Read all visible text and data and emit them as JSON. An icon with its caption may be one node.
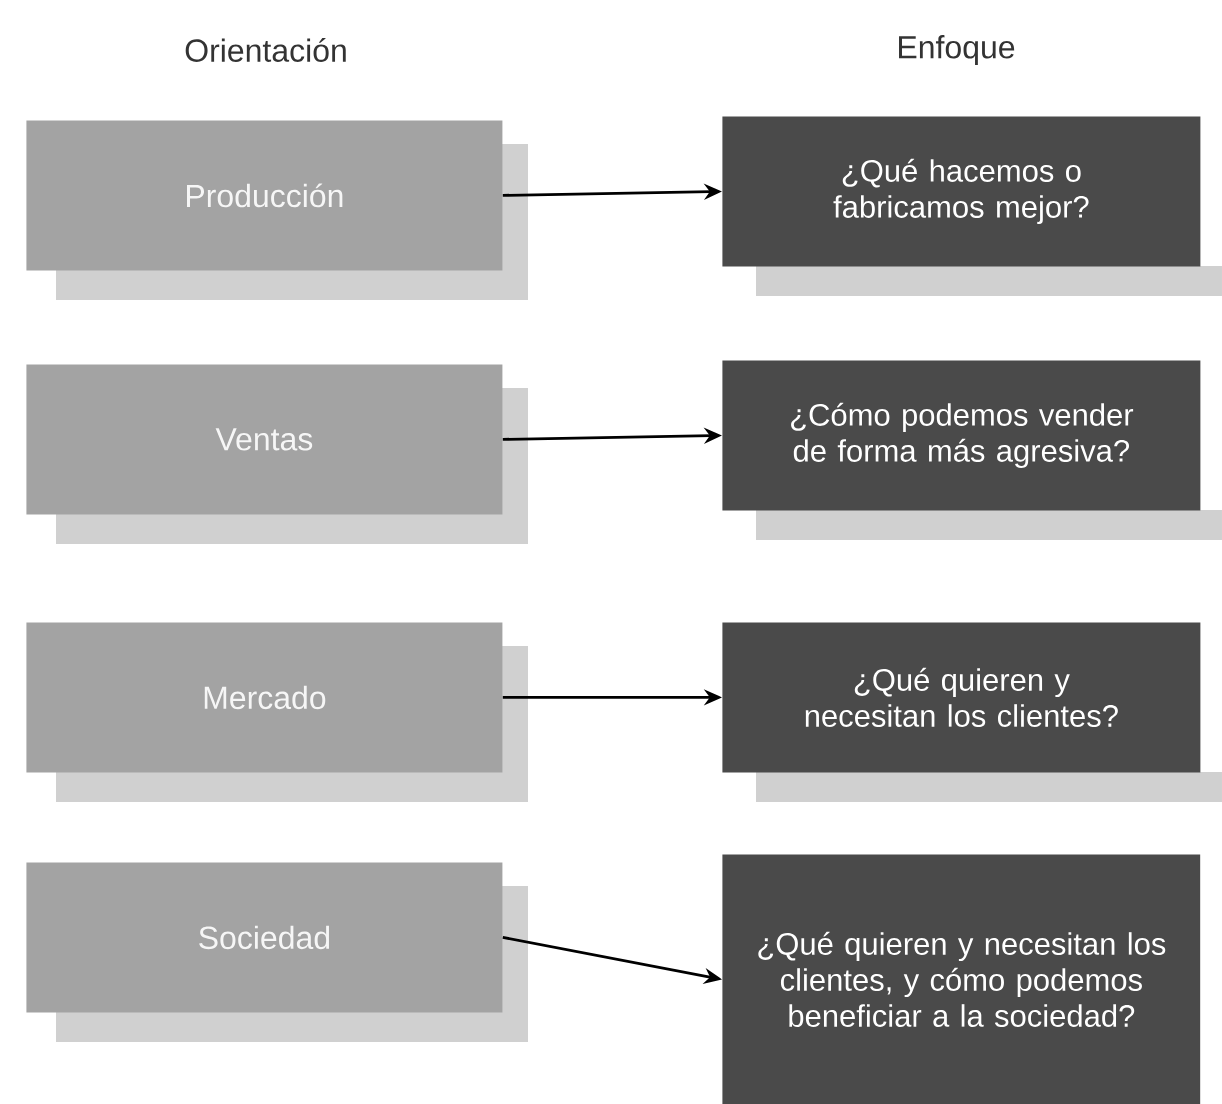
{
  "diagram": {
    "nodes": [
      {
        "text": [
          "Producción"
        ]
      },
      {
        "text": [
          "¿Qué hacemos o fabricamos mejor?"
        ]
      },
      {
        "text": [
          "Ventas"
        ]
      },
      {
        "text": [
          "¿Cómo podemos vender de forma más agresiva?"
        ]
      },
      {
        "text": [
          "Mercado"
        ]
      },
      {
        "text": [
          "¿Qué quieren y necesitan los clientes?"
        ]
      },
      {
        "text": [
          "Sociedad"
        ]
      },
      {
        "text": [
          "¿Qué quieren y necesitan los clientes, y cómo podemos beneficiar a la sociedad?"
        ]
      }
    ],
    "edges": [
      {
        "from": 0,
        "to": 1,
        "arrow": "to"
      },
      {
        "from": 2,
        "to": 3,
        "arrow": "to"
      },
      {
        "from": 4,
        "to": 5,
        "arrow": "to"
      },
      {
        "from": 6,
        "to": 7,
        "arrow": "to"
      }
    ],
    "labels": [
      "Orientación",
      "Enfoque"
    ]
  }
}
